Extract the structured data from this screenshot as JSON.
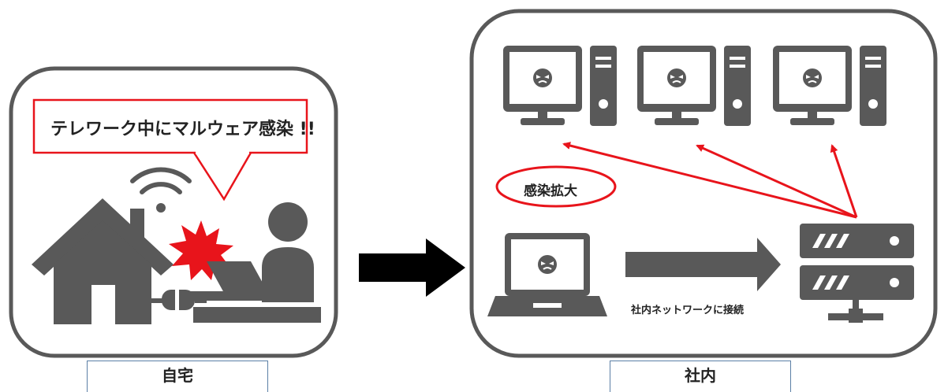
{
  "home": {
    "callout": "テレワーク中にマルウェア感染 !!",
    "caption": "自宅"
  },
  "office": {
    "spread_label": "感染拡大",
    "connect_label": "社内ネットワークに接続",
    "caption": "社内"
  },
  "colors": {
    "icon": "#595959",
    "alert": "#e8141b",
    "frame": "#595959",
    "caption_border": "#5b7fa6",
    "flow_arrow": "#000000"
  }
}
